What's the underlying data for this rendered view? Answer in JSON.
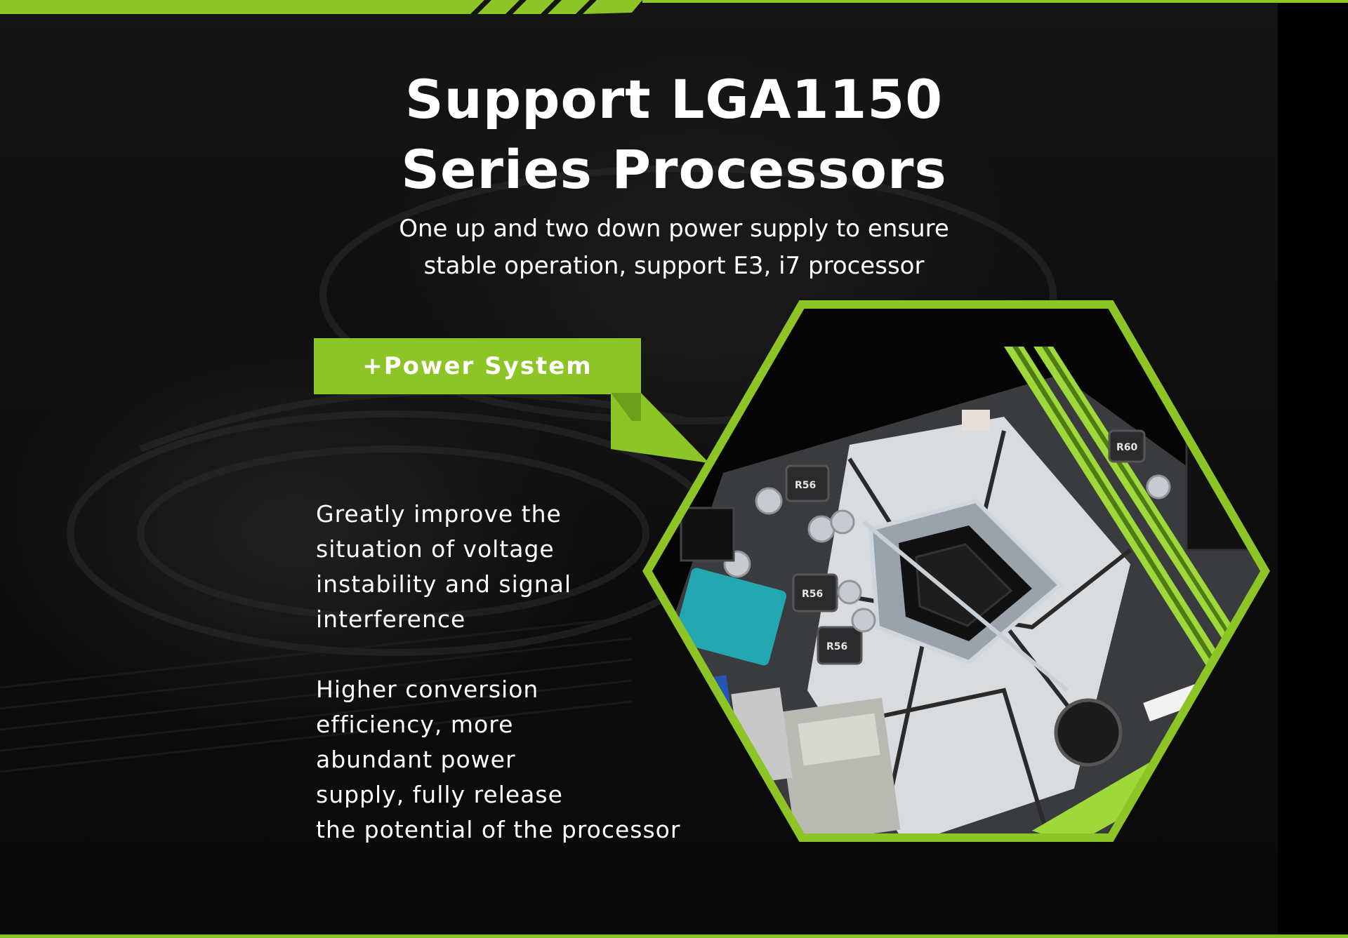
{
  "headline": {
    "line1": "Support LGA1150",
    "line2": "Series Processors"
  },
  "subline": {
    "line1": "One up and two down power supply to ensure",
    "line2": "stable operation, support E3, i7 processor"
  },
  "tag": {
    "label": "+Power System"
  },
  "features": [
    {
      "lines": [
        "Greatly improve the",
        "situation of voltage",
        "instability and signal",
        "interference"
      ]
    },
    {
      "lines": [
        "Higher conversion",
        "efficiency, more",
        "abundant power",
        "supply, fully release",
        "the potential of the processor"
      ]
    }
  ],
  "board": {
    "component_labels": [
      "R56",
      "R56",
      "R56",
      "R60"
    ]
  },
  "colors": {
    "accent": "#8dc426",
    "accent_light": "#9ed83a",
    "background": "#0e0e0e",
    "text": "#ffffff"
  }
}
